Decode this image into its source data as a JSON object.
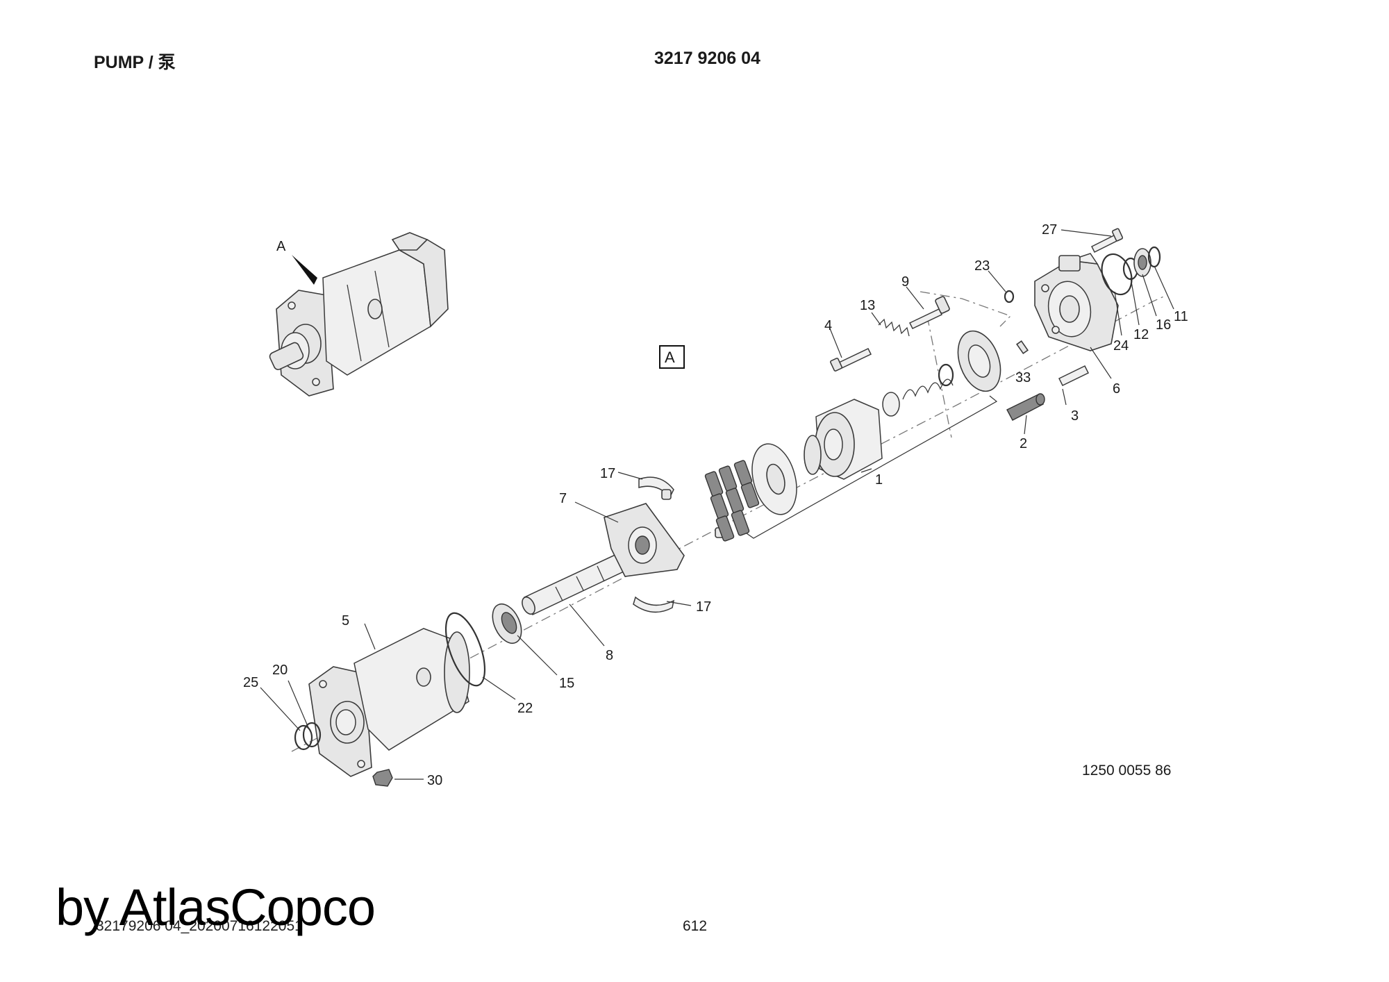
{
  "header": {
    "title": "PUMP / 泵",
    "part_number": "3217 9206 04"
  },
  "view_label": "A",
  "callouts": {
    "c1": "1",
    "c2": "2",
    "c3": "3",
    "c4": "4",
    "c5": "5",
    "c6": "6",
    "c7": "7",
    "c8": "8",
    "c9": "9",
    "c11": "11",
    "c12": "12",
    "c13": "13",
    "c15": "15",
    "c16": "16",
    "c17a": "17",
    "c17b": "17",
    "c20": "20",
    "c22": "22",
    "c23": "23",
    "c24": "24",
    "c25": "25",
    "c27": "27",
    "c30": "30",
    "c33": "33",
    "cA": "A"
  },
  "drawing_number": "1250 0055 86",
  "footer": {
    "code": "32179206 04_20200716122051",
    "page": "612"
  },
  "watermark": "by AtlasCopco"
}
